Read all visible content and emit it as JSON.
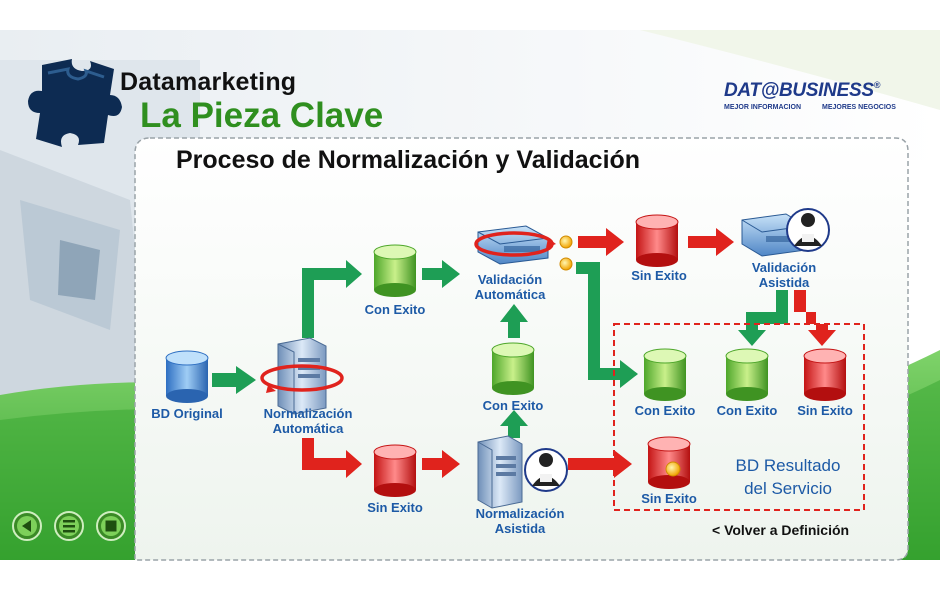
{
  "header": {
    "brand_top": "Datamarketing",
    "brand_main": "La Pieza Clave",
    "logo": "DAT@BUSINESS",
    "logo_reg": "®",
    "logo_tag_left": "MEJOR INFORMACION",
    "logo_tag_right": "MEJORES NEGOCIOS"
  },
  "title": "Proceso de Normalización y Validación",
  "diagram": {
    "bd_original": "BD Original",
    "norm_auto_1": "Normalización",
    "norm_auto_2": "Automática",
    "con_exito_top": "Con Exito",
    "sin_exito_bottom": "Sin Exito",
    "valid_auto_1": "Validación",
    "valid_auto_2": "Automática",
    "con_exito_mid": "Con Exito",
    "norm_asist_1": "Normalización",
    "norm_asist_2": "Asistida",
    "sin_exito_top": "Sin Exito",
    "valid_asist_1": "Validación",
    "valid_asist_2": "Asistida",
    "result_con_1": "Con Exito",
    "result_con_2": "Con Exito",
    "result_sin": "Sin Exito",
    "result_sin_bottom": "Sin Exito",
    "result_box_1": "BD Resultado",
    "result_box_2": "del Servicio"
  },
  "nav": {
    "back_link": "< Volver  a Definición",
    "btn_prev": "prev-icon",
    "btn_menu": "menu-icon",
    "btn_stop": "stop-icon"
  },
  "colors": {
    "green_arrow": "#1e9e55",
    "red_arrow": "#e0231d",
    "label_blue": "#1d5aa6",
    "brand_green": "#2f8f1f"
  }
}
